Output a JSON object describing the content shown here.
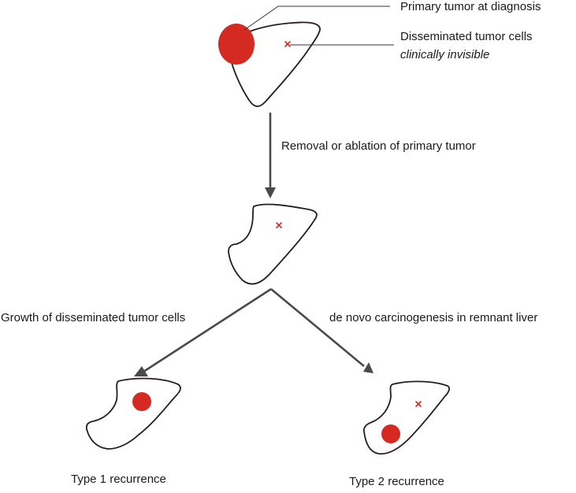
{
  "labels": {
    "primary_tumor": "Primary tumor at diagnosis",
    "disseminated_cells": "Disseminated tumor cells",
    "clinically_invisible": "clinically invisible",
    "removal": "Removal or ablation of primary tumor",
    "growth_disseminated": "Growth of disseminated tumor cells",
    "de_novo": "de novo carcinogenesis in remnant liver",
    "type1": "Type 1 recurrence",
    "type2": "Type 2 recurrence"
  },
  "colors": {
    "tumor": "#d42a22",
    "liver_outline": "#2a1a1c",
    "arrow": "#4a4a4a"
  }
}
